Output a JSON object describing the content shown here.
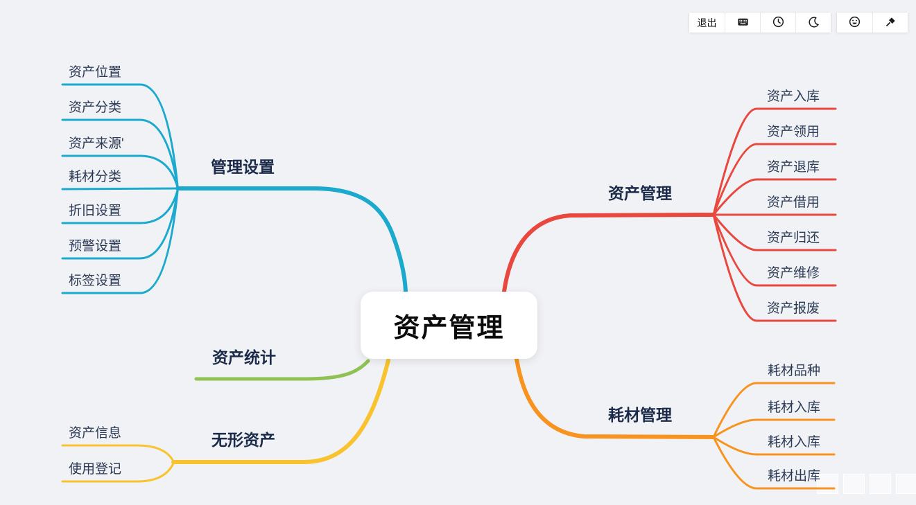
{
  "toolbar": {
    "exit_label": "退出",
    "icon_names": [
      "keyboard-icon",
      "clock-icon",
      "moon-icon",
      "emoji-icon",
      "pin-icon"
    ]
  },
  "root_label": "资产管理",
  "branches": [
    {
      "label": "管理设置",
      "color": "#1ba9cd",
      "children": [
        "资产位置",
        "资产分类",
        "资产来源'",
        "耗材分类",
        "折旧设置",
        "预警设置",
        "标签设置"
      ]
    },
    {
      "label": "资产管理",
      "color": "#e8483e",
      "children": [
        "资产入库",
        "资产领用",
        "资产退库",
        "资产借用",
        "资产归还",
        "资产维修",
        "资产报废"
      ]
    },
    {
      "label": "资产统计",
      "color": "#8fc253",
      "children": []
    },
    {
      "label": "无形资产",
      "color": "#f8c32e",
      "children": [
        "资产信息",
        "使用登记"
      ]
    },
    {
      "label": "耗材管理",
      "color": "#f7931e",
      "children": [
        "耗材品种",
        "耗材入库",
        "耗材入库",
        "耗材出库"
      ]
    }
  ]
}
